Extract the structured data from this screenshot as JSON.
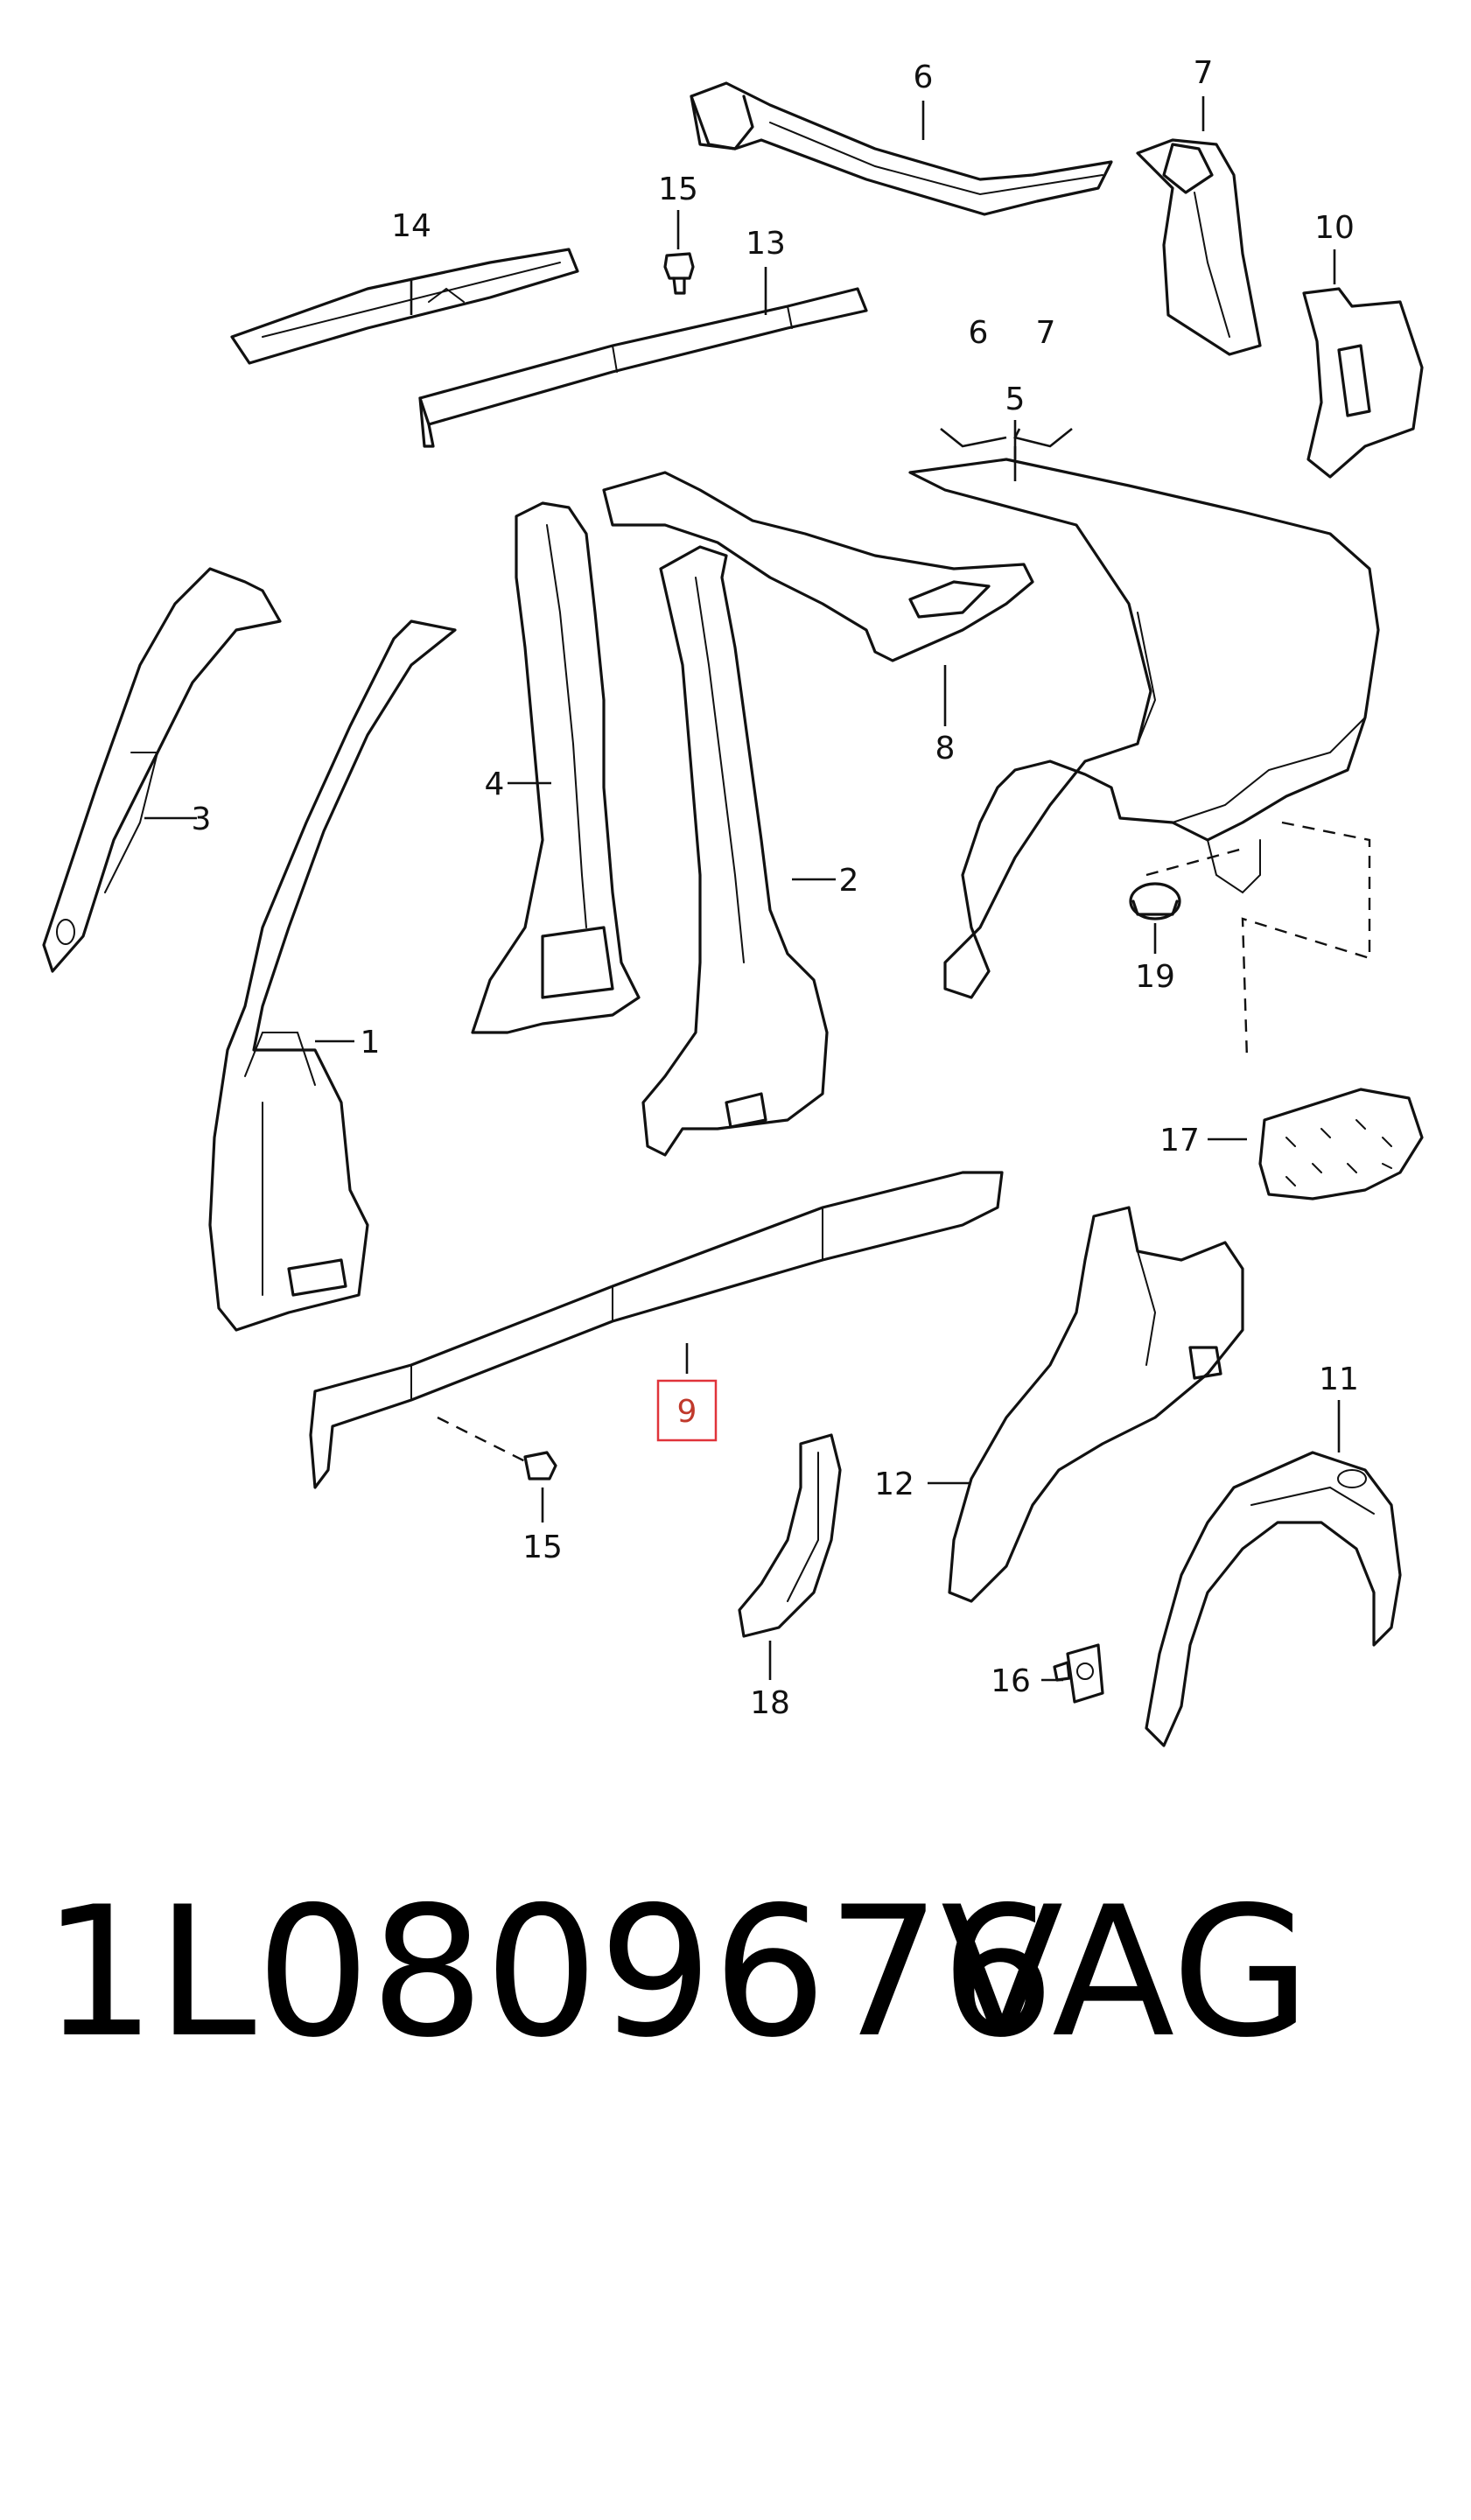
{
  "labels": {
    "l1": "1",
    "l2": "2",
    "l3": "3",
    "l4": "4",
    "l5": "5",
    "l6a": "6",
    "l7a": "7",
    "l6b": "6",
    "l7b": "7",
    "l8": "8",
    "l9": "9",
    "l10": "10",
    "l11": "11",
    "l12": "12",
    "l13": "13",
    "l14": "14",
    "l15a": "15",
    "l15b": "15",
    "l16": "16",
    "l17": "17",
    "l18": "18",
    "l19": "19"
  },
  "highlighted_label": "9",
  "footer": {
    "part_number": "1L0809676",
    "brand": "VAG"
  },
  "colors": {
    "line": "#111111",
    "highlight": "#e0333a",
    "background": "#ffffff"
  }
}
